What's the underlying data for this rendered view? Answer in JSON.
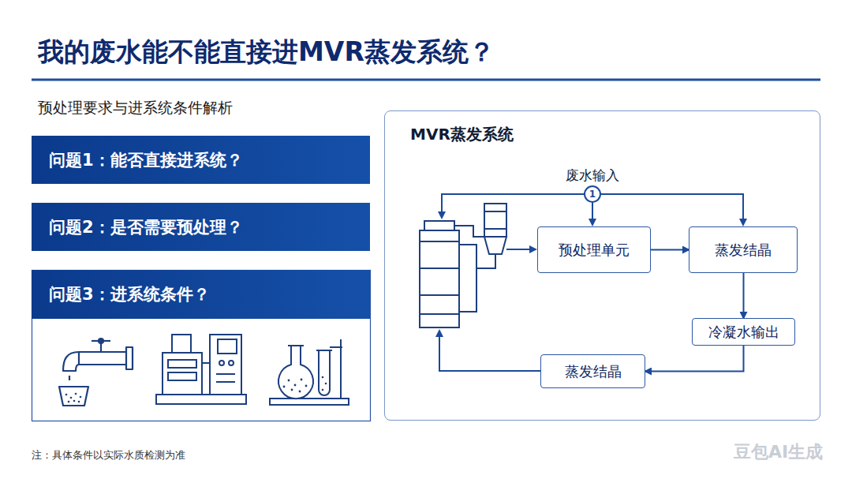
{
  "diagram": {
    "title": "我的废水能不能直接进MVR蒸发系统？",
    "nodes": [
      {
        "text": [
          "问题1：能否直接进系统？"
        ]
      },
      {
        "text": [
          "问题2：是否需要预处理？"
        ]
      },
      {
        "text": [
          "问题3：进系统条件？"
        ]
      },
      {
        "text": [
          "MVR蒸发系统"
        ]
      },
      {
        "text": [
          "预处理单元"
        ],
        "in": 3
      },
      {
        "text": [
          "蒸发结晶"
        ],
        "in": 3
      },
      {
        "text": [
          "冷凝水输出"
        ],
        "in": 3
      },
      {
        "text": [
          "蒸发结晶"
        ],
        "in": 3
      }
    ],
    "edges": [
      {
        "from": 4,
        "to": 5,
        "arrow": "to"
      },
      {
        "from": 5,
        "to": 6,
        "arrow": "to"
      },
      {
        "from": 6,
        "to": 7,
        "arrow": "to"
      }
    ],
    "labels": [
      "预处理要求与进系统条件解析",
      "废水输入",
      "1",
      "注：具体条件以实际水质检测为准",
      "豆包AI生成"
    ]
  }
}
